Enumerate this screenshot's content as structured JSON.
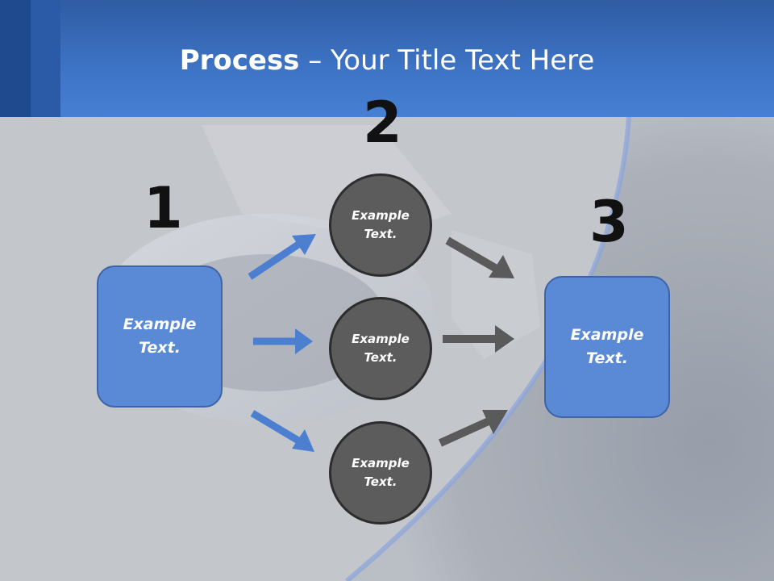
{
  "title": {
    "bold": "Process",
    "rest": " – Your Title Text Here"
  },
  "steps": [
    {
      "number": "1",
      "line1": "Example",
      "line2": "Text."
    },
    {
      "number": "2",
      "items": [
        {
          "line1": "Example",
          "line2": "Text."
        },
        {
          "line1": "Example",
          "line2": "Text."
        },
        {
          "line1": "Example",
          "line2": "Text."
        }
      ]
    },
    {
      "number": "3",
      "line1": "Example",
      "line2": "Text."
    }
  ],
  "colors": {
    "header": "#3e74c6",
    "box": "#5a89d6",
    "circle": "#5c5c5c",
    "blue_arrow": "#4d7fd0",
    "gray_arrow": "#5a5a5a"
  }
}
